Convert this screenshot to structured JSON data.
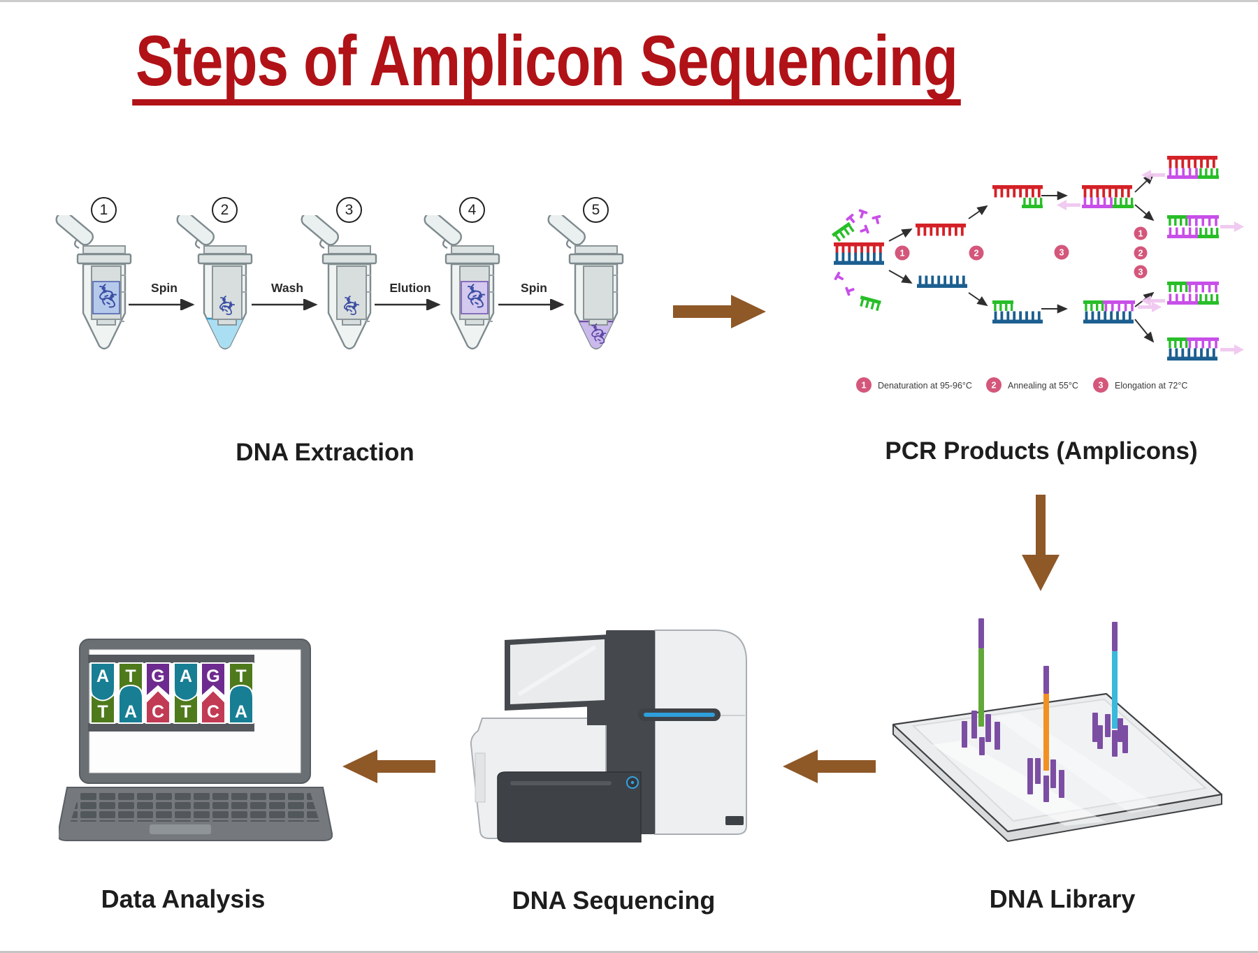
{
  "palette": {
    "title-red": "#B01217",
    "arrow-brown": "#8E5827",
    "marker-pink": "#D4577B",
    "strand-red": "#D42127",
    "strand-blue": "#1C5F90",
    "primer-green": "#28BE28",
    "new-strand-magenta": "#C84FE8",
    "extension-pink": "#EFC7EF",
    "base-a-teal": "#177E93",
    "base-t-green": "#4E7A1C",
    "base-g-purple": "#6E2B8F",
    "base-c-red": "#C23B55",
    "library-purple": "#7B4EA3",
    "library-green": "#62A839",
    "library-orange": "#F19123",
    "library-cyan": "#39B9DC"
  },
  "title": "Steps of Amplicon Sequencing",
  "extraction": {
    "label": "DNA Extraction",
    "steps": [
      {
        "num": "1"
      },
      {
        "num": "2"
      },
      {
        "num": "3"
      },
      {
        "num": "4"
      },
      {
        "num": "5"
      }
    ],
    "arrows": [
      {
        "label": "Spin"
      },
      {
        "label": "Wash"
      },
      {
        "label": "Elution"
      },
      {
        "label": "Spin"
      }
    ]
  },
  "pcr": {
    "label": "PCR Products (Amplicons)",
    "cycle_steps": [
      "1",
      "2",
      "3"
    ],
    "legend": [
      {
        "num": "1",
        "text": "Denaturation at 95-96°C"
      },
      {
        "num": "2",
        "text": "Annealing at 55°C"
      },
      {
        "num": "3",
        "text": "Elongation at 72°C"
      }
    ]
  },
  "library": {
    "label": "DNA Library"
  },
  "sequencing": {
    "label": "DNA Sequencing"
  },
  "analysis": {
    "label": "Data Analysis",
    "top_strand": [
      "A",
      "T",
      "G",
      "A",
      "G",
      "T"
    ],
    "bottom_strand": [
      "T",
      "A",
      "C",
      "T",
      "C",
      "A"
    ]
  }
}
